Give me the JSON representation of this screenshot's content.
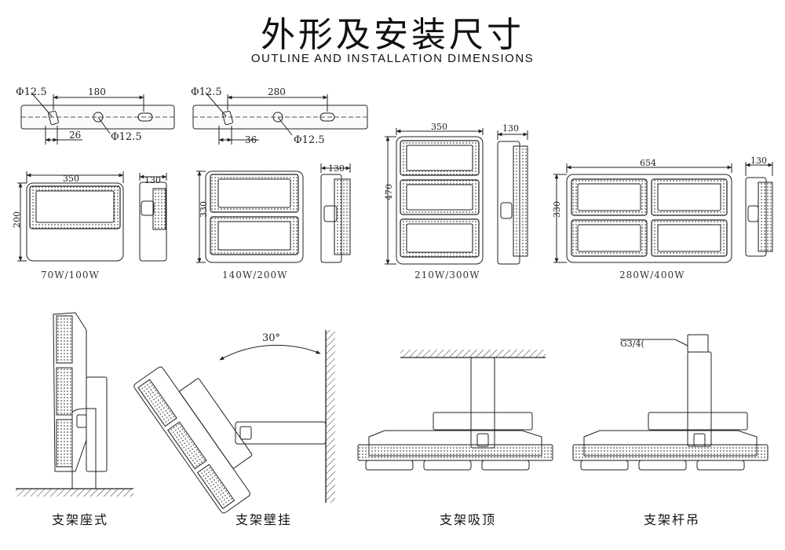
{
  "title": {
    "cn": "外形及安装尺寸",
    "en": "OUTLINE AND INSTALLATION DIMENSIONS"
  },
  "brackets": [
    {
      "phi_a": "Φ12.5",
      "span": "180",
      "phi_b": "Φ12.5",
      "offset": "26"
    },
    {
      "phi_a": "Φ12.5",
      "span": "280",
      "phi_b": "Φ12.5",
      "offset": "36"
    }
  ],
  "models": [
    {
      "label": "70W/100W",
      "width": "350",
      "height": "200",
      "depth": "130"
    },
    {
      "label": "140W/200W",
      "height": "330",
      "depth": "130"
    },
    {
      "label": "210W/300W",
      "width": "350",
      "height": "470",
      "depth": "130"
    },
    {
      "label": "280W/400W",
      "width": "654",
      "height": "330",
      "depth": "130"
    }
  ],
  "installs": [
    {
      "label": "支架座式"
    },
    {
      "label": "支架壁挂",
      "angle": "30°"
    },
    {
      "label": "支架吸顶"
    },
    {
      "label": "支架杆吊",
      "thread": "G3/4("
    }
  ]
}
